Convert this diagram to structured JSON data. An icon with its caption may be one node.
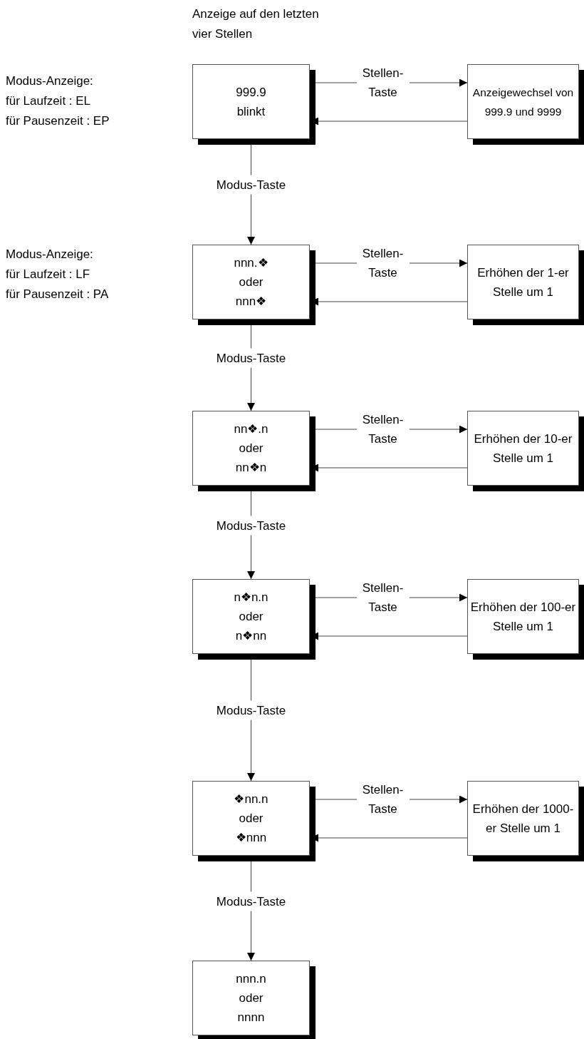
{
  "diagram": {
    "title": "Anzeige auf den letzten vier Stellen",
    "nodes": [
      {
        "text": [
          "999.9 blinkt"
        ]
      },
      {
        "text": [
          "Anzeigewechsel von 999.9 und 9999"
        ]
      },
      {
        "text": [
          "nnn.❖ oder nnn❖"
        ]
      },
      {
        "text": [
          "Erhöhen der 1-er Stelle um 1"
        ]
      },
      {
        "text": [
          "nn❖.n oder nn❖n"
        ]
      },
      {
        "text": [
          "Erhöhen der 10-er Stelle um 1"
        ]
      },
      {
        "text": [
          "n❖n.n oder n❖nn"
        ]
      },
      {
        "text": [
          "Erhöhen der 100-er Stelle um 1"
        ]
      },
      {
        "text": [
          "❖nn.n oder ❖nnn"
        ]
      },
      {
        "text": [
          "Erhöhen der 1000-er Stelle um 1"
        ]
      },
      {
        "text": [
          "nnn.n oder nnnn"
        ]
      }
    ],
    "edges": [
      {
        "from": 0,
        "to": 1,
        "arrow": "to",
        "label": "Stellen-Taste"
      },
      {
        "from": 1,
        "to": 0,
        "arrow": "to"
      },
      {
        "from": 0,
        "to": 2,
        "arrow": "to",
        "label": "Modus-Taste"
      },
      {
        "from": 2,
        "to": 3,
        "arrow": "to",
        "label": "Stellen-Taste"
      },
      {
        "from": 3,
        "to": 2,
        "arrow": "to"
      },
      {
        "from": 2,
        "to": 4,
        "arrow": "to",
        "label": "Modus-Taste"
      },
      {
        "from": 4,
        "to": 5,
        "arrow": "to",
        "label": "Stellen-Taste"
      },
      {
        "from": 5,
        "to": 4,
        "arrow": "to"
      },
      {
        "from": 4,
        "to": 6,
        "arrow": "to",
        "label": "Modus-Taste"
      },
      {
        "from": 6,
        "to": 7,
        "arrow": "to",
        "label": "Stellen-Taste"
      },
      {
        "from": 7,
        "to": 6,
        "arrow": "to"
      },
      {
        "from": 6,
        "to": 8,
        "arrow": "to",
        "label": "Modus-Taste"
      },
      {
        "from": 8,
        "to": 9,
        "arrow": "to",
        "label": "Stellen-Taste"
      },
      {
        "from": 9,
        "to": 8,
        "arrow": "to"
      },
      {
        "from": 8,
        "to": 10,
        "arrow": "to",
        "label": "Modus-Taste"
      }
    ],
    "labels": [
      "Modus-Anzeige:",
      "für Laufzeit : EL",
      "für Pausenzeit : EP",
      "Modus-Anzeige:",
      "für Laufzeit : LF",
      "für Pausenzeit : PA"
    ]
  }
}
